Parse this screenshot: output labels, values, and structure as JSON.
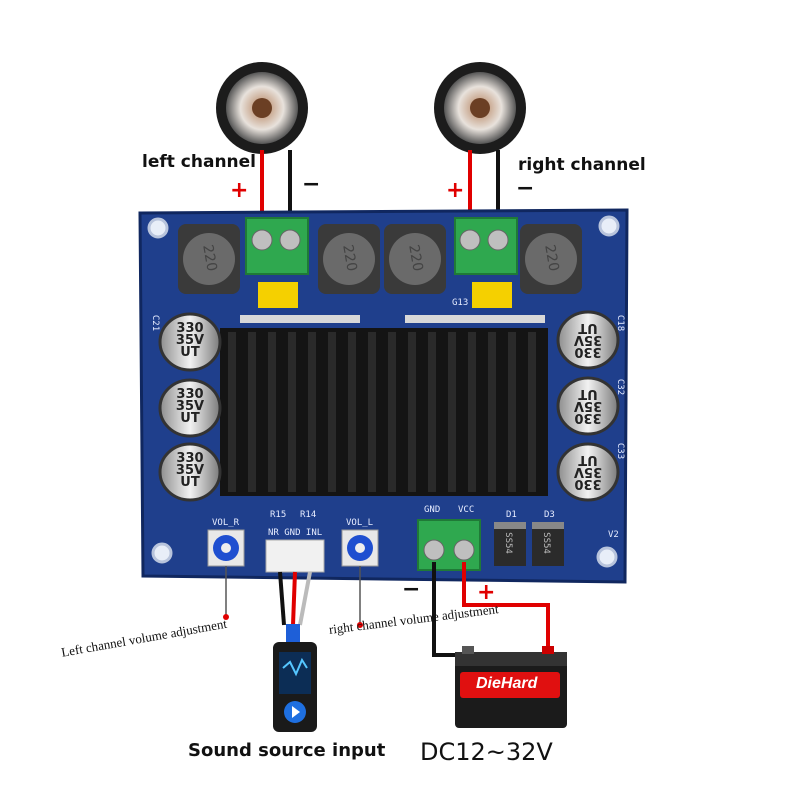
{
  "labels": {
    "left_channel": "left channel",
    "right_channel": "right channel",
    "left_volume": "Left channel volume adjustment",
    "right_volume": "right channel volume adjustment",
    "sound_source": "Sound source input",
    "power": "DC12~32V"
  },
  "polarity": {
    "plus": "+",
    "minus": "−"
  },
  "board": {
    "vol_r": "VOL_R",
    "vol_l": "VOL_L",
    "input_pins": "NR GND INL",
    "gnd": "GND",
    "vcc": "VCC",
    "r15": "R15",
    "r14": "R14",
    "d1": "D1",
    "d3": "D3",
    "v2": "V2",
    "c21": "C21",
    "c18": "C18",
    "c32": "C32",
    "c33": "C33",
    "g13": "G13",
    "inductor": "220",
    "capacitor": [
      "330",
      "35V",
      "UT"
    ],
    "diode": "SS54"
  },
  "battery_brand": "DieHard",
  "colors": {
    "pcb": "#1f3f8c",
    "heatsink": "#141414",
    "terminal": "#2fa84f",
    "positive_wire": "#e00000",
    "negative_wire": "#111111"
  }
}
